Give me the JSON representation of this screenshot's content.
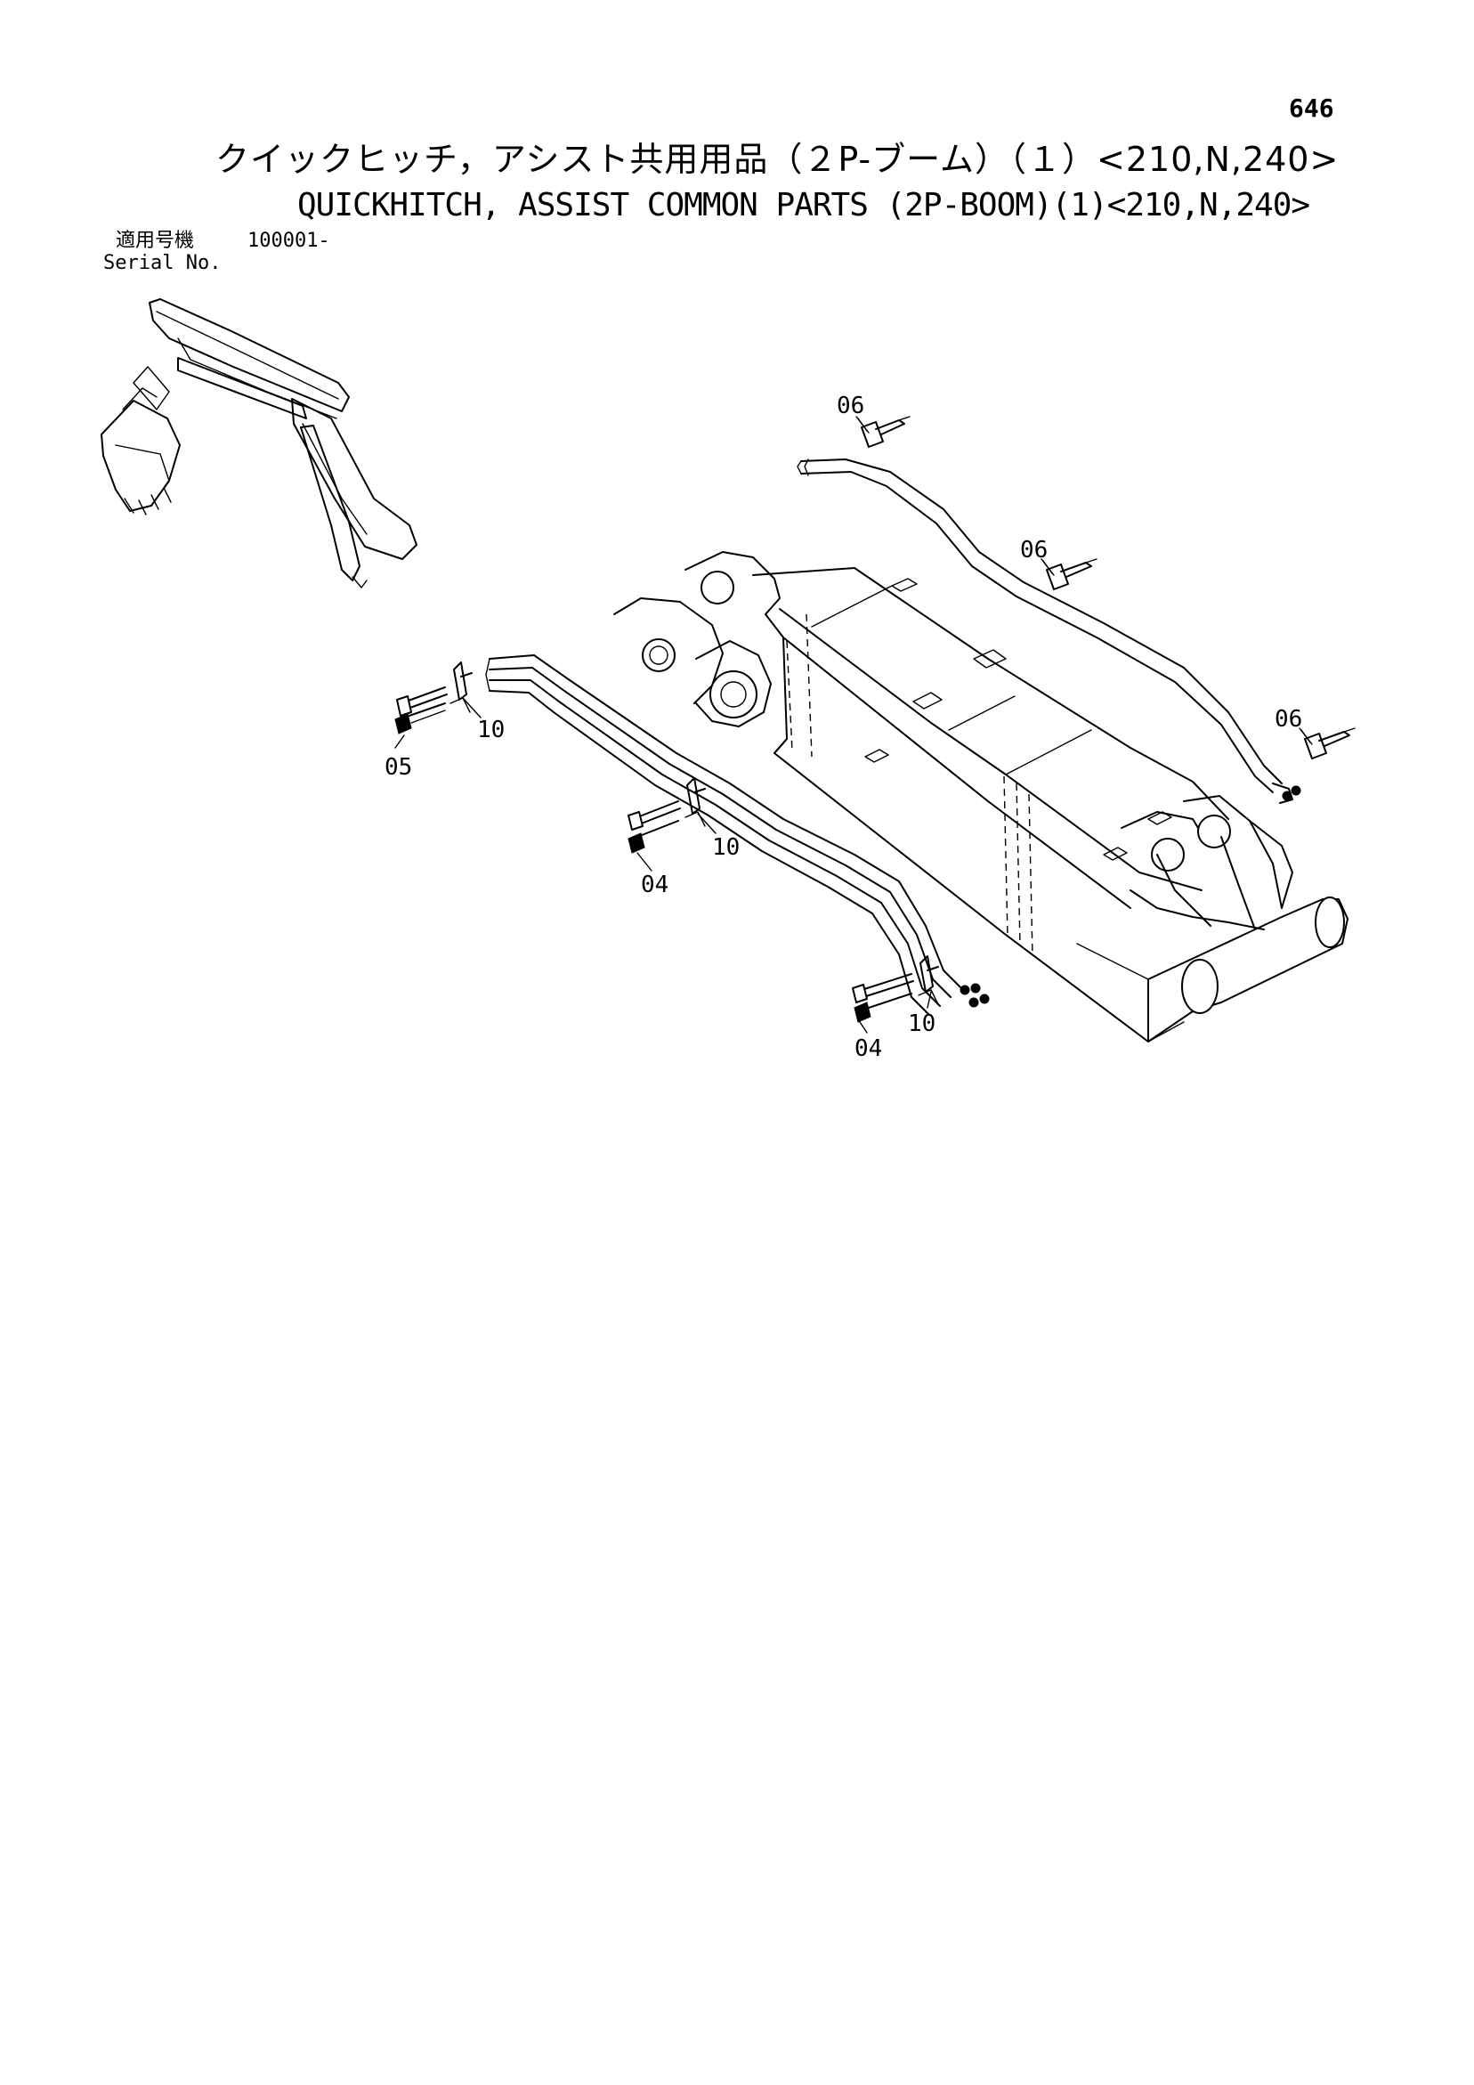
{
  "page_number": "646",
  "title_jp": "クイックヒッチ，アシスト共用用品（２P-ブーム）（１）<210,N,240>",
  "title_en": "QUICKHITCH, ASSIST COMMON PARTS (2P-BOOM)(1)<210,N,240>",
  "serial": {
    "label_jp": "適用号機",
    "label_en": "Serial No.",
    "value": "100001-"
  },
  "callouts": {
    "c06_top": "06",
    "c06_mid": "06",
    "c06_right": "06",
    "c10_a": "10",
    "c05": "05",
    "c10_b": "10",
    "c04_a": "04",
    "c10_c": "10",
    "c04_b": "04"
  }
}
